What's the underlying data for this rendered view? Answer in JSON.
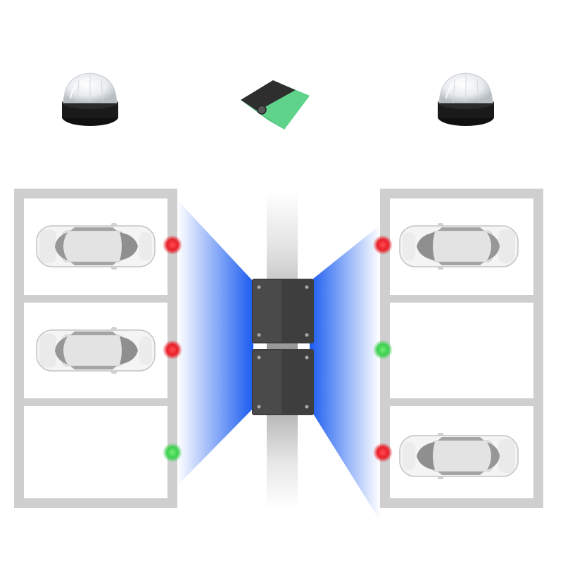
{
  "devices": {
    "left_lamp": {
      "icon": "dome-indicator-light-icon",
      "state": "off"
    },
    "camera": {
      "icon": "parking-guidance-camera-icon",
      "body_color": "#3a3a3a",
      "accent_color": "#6fe39a"
    },
    "right_lamp": {
      "icon": "dome-indicator-light-icon",
      "state": "off"
    }
  },
  "colors": {
    "occupied": "#e8202a",
    "vacant": "#3ccf4e",
    "beam": "#1a5cf0",
    "bay_line": "#cfcfcf",
    "pole": "#8d8d8d"
  },
  "bays": {
    "left": [
      {
        "occupied": true,
        "indicator": "red"
      },
      {
        "occupied": true,
        "indicator": "red"
      },
      {
        "occupied": false,
        "indicator": "green"
      }
    ],
    "right": [
      {
        "occupied": true,
        "indicator": "red"
      },
      {
        "occupied": false,
        "indicator": "green"
      },
      {
        "occupied": true,
        "indicator": "red"
      }
    ]
  }
}
